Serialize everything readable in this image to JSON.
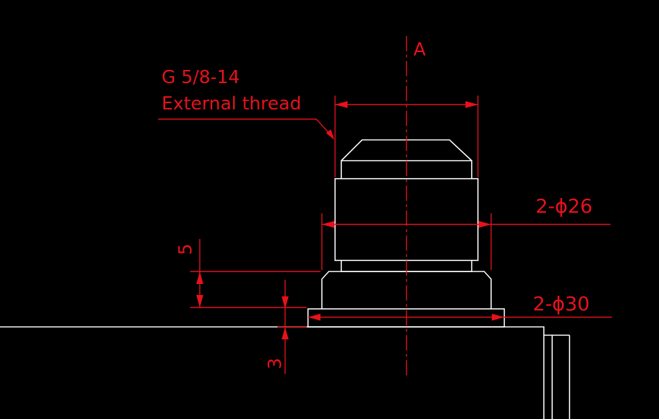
{
  "drawing": {
    "section_label": "A",
    "thread_callout": {
      "line1": "G 5/8-14",
      "line2": "External thread"
    },
    "dim_diameter_small": "2-ϕ26",
    "dim_diameter_large": "2-ϕ30",
    "dim_height_step": "5",
    "dim_height_base": "3"
  },
  "colors": {
    "background": "#000000",
    "geometry": "#ffffff",
    "dimensions": "#e8111c"
  }
}
